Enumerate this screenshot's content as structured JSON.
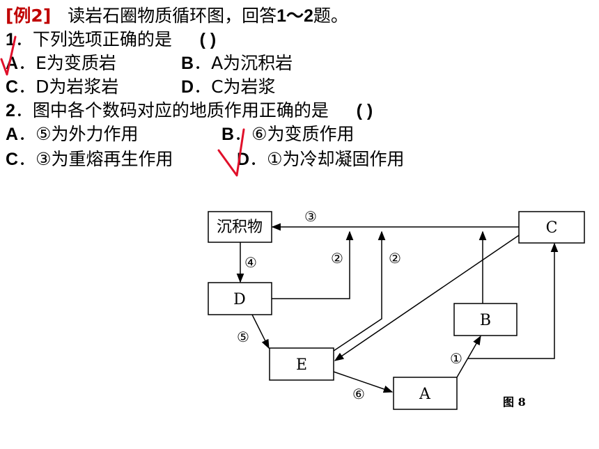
{
  "example": {
    "tag": "[例2]",
    "text": "读岩石圈物质循环图，回答",
    "range": "1～2",
    "suffix": "题。"
  },
  "q1": {
    "number": "1",
    "stem": "．下列选项正确的是",
    "paren": "(      )",
    "options": [
      {
        "letter": "A",
        "text": "．E为变质岩"
      },
      {
        "letter": "B",
        "text": "．A为沉积岩"
      },
      {
        "letter": "C",
        "text": "．D为岩浆岩"
      },
      {
        "letter": "D",
        "text": "．C为岩浆"
      }
    ]
  },
  "q2": {
    "number": "2",
    "stem": "．图中各个数码对应的地质作用正确的是",
    "paren": "(      )",
    "options": [
      {
        "letter": "A",
        "text": "．⑤为外力作用"
      },
      {
        "letter": "B",
        "text": "．⑥为变质作用"
      },
      {
        "letter": "C",
        "text": "．③为重熔再生作用"
      },
      {
        "letter": "D",
        "text": "．①为冷却凝固作用"
      }
    ]
  },
  "diagram": {
    "boxes": {
      "sediment": "沉积物",
      "C": "C",
      "D": "D",
      "B": "B",
      "E": "E",
      "A": "A"
    },
    "process_labels": {
      "p3": "③",
      "p4": "④",
      "p2_left": "②",
      "p2_right": "②",
      "p5": "⑤",
      "p1": "①",
      "p6": "⑥"
    },
    "figure_label": "图 8"
  },
  "colors": {
    "tag": "#c00000",
    "checkmark": "#e0102a",
    "line": "#000000"
  }
}
